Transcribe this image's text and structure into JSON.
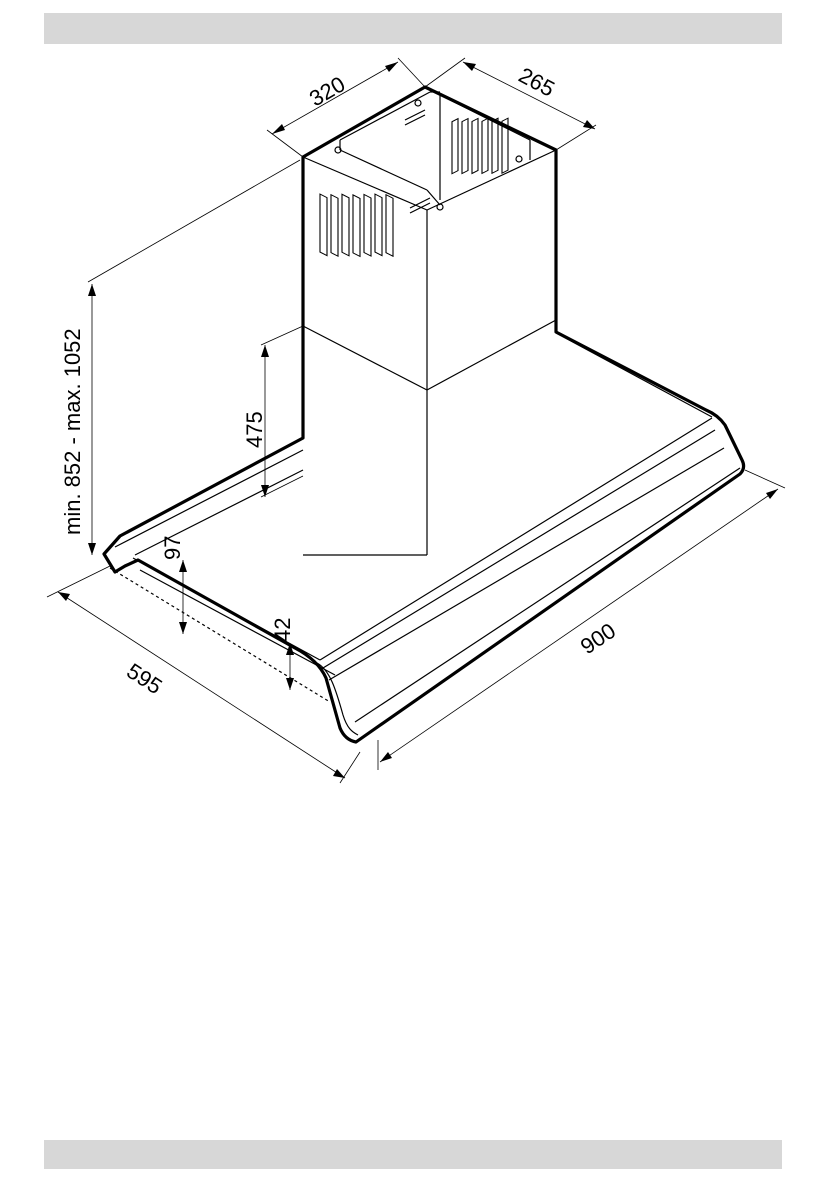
{
  "dimensions": {
    "chimney_width": "320",
    "chimney_depth": "265",
    "height_range": "min. 852 - max. 1052",
    "lower_chimney_height": "475",
    "canopy_front_height": "97",
    "canopy_edge_height": "42",
    "canopy_depth": "595",
    "canopy_width": "900"
  }
}
